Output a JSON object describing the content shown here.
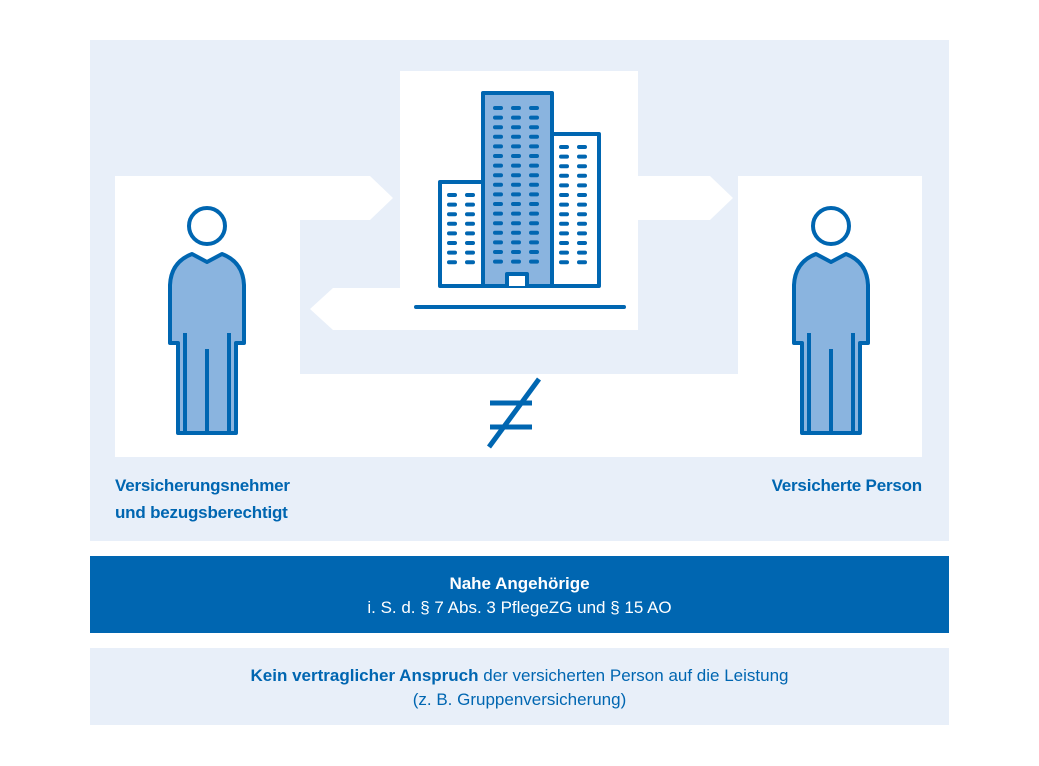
{
  "colors": {
    "panel_light": "#e8eff9",
    "white": "#ffffff",
    "accent_dark": "#0066b1",
    "accent_fill": "#8ab4df"
  },
  "diagram": {
    "left_person": {
      "icon": "person-icon",
      "label_line1": "Versicherungsnehmer",
      "label_line2": "und bezugsberechtigt"
    },
    "right_person": {
      "icon": "person-icon",
      "label": "Versicherte Person"
    },
    "center": {
      "icon": "office-buildings-icon"
    },
    "relation_symbol": "≠"
  },
  "band_relatives": {
    "title": "Nahe Angehörige",
    "subtitle": "i. S. d. § 7 Abs. 3 PflegeZG und § 15 AO"
  },
  "band_claim": {
    "bold_text": "Kein vertraglicher Anspruch",
    "text": " der versicherten Person auf die Leistung",
    "line2": "(z. B. Gruppenversicherung)"
  }
}
